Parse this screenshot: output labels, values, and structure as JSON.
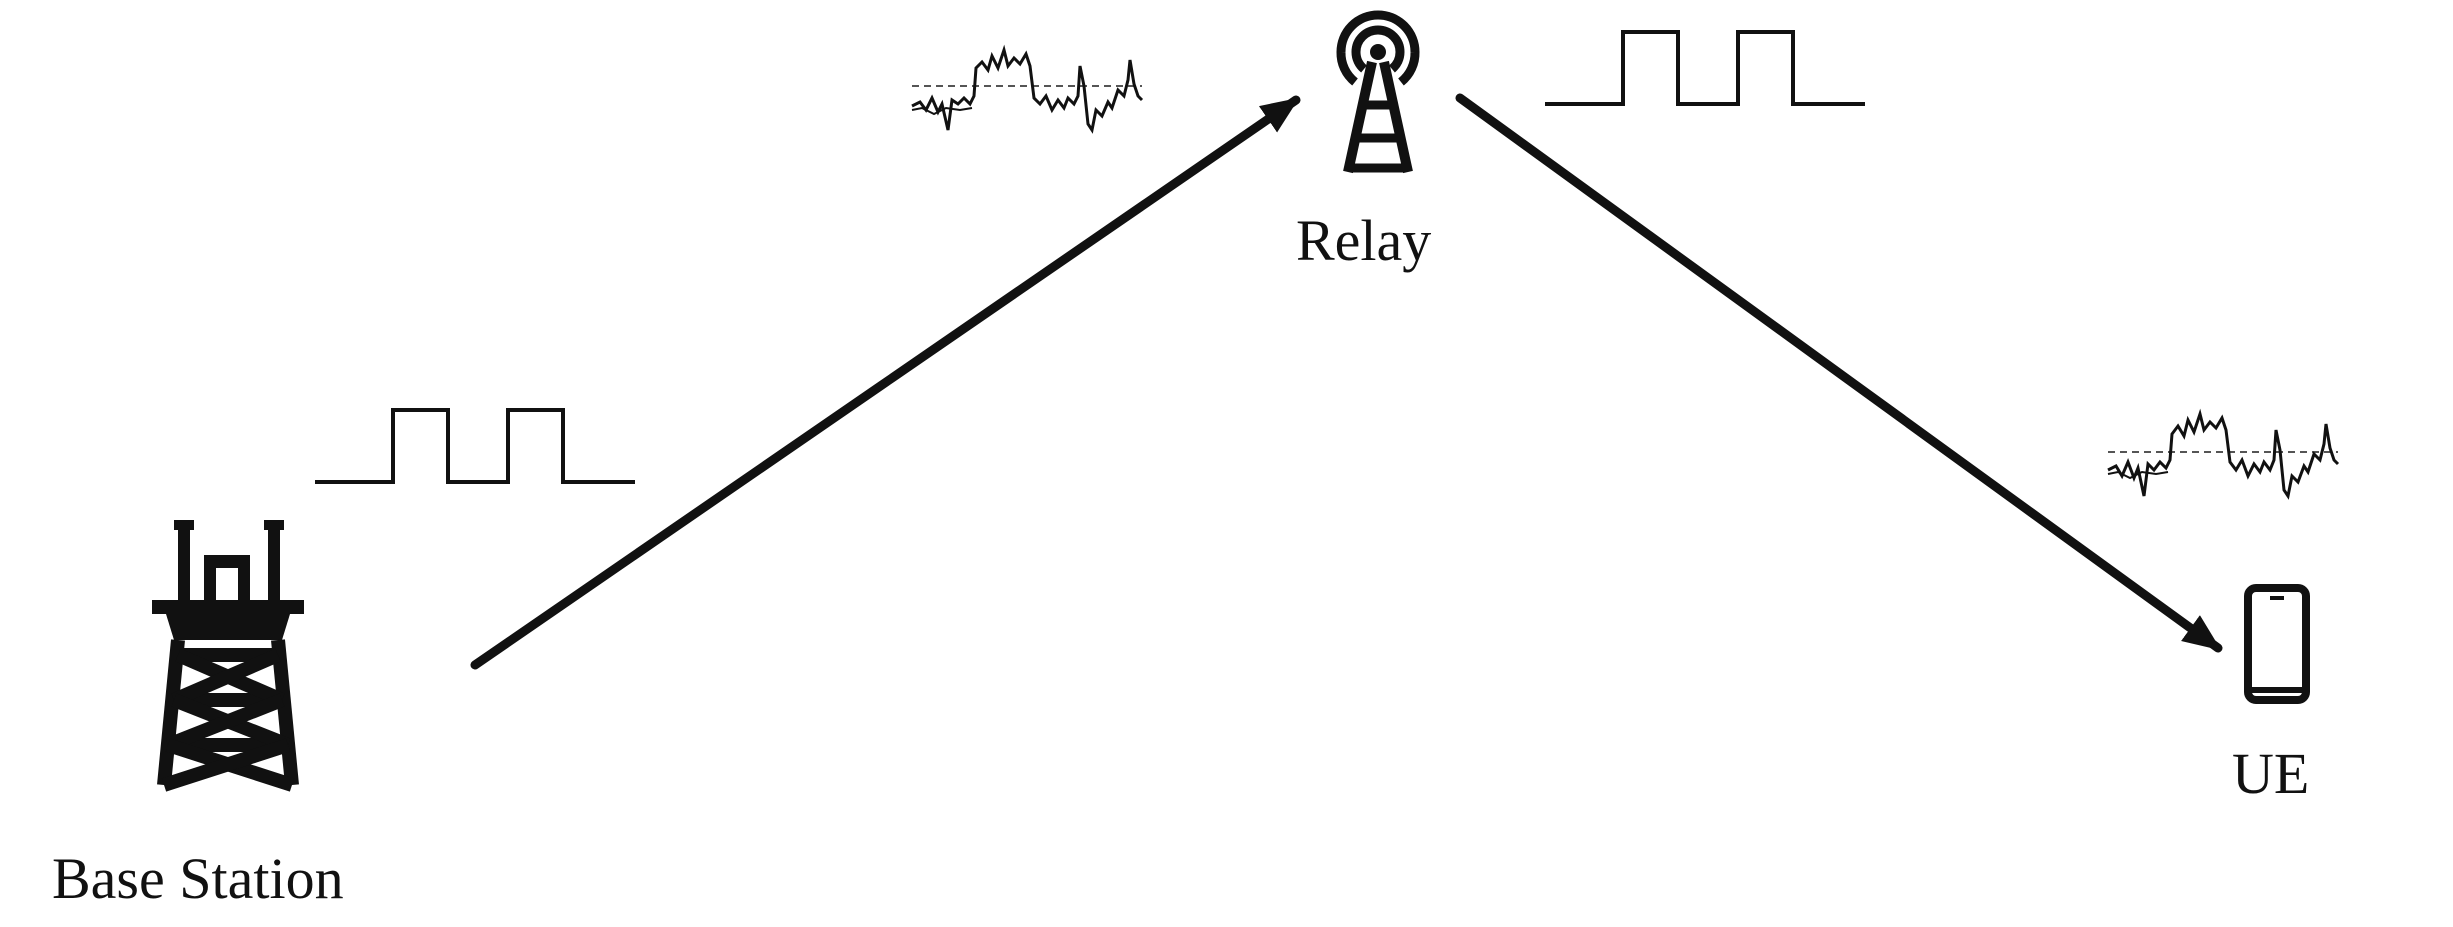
{
  "diagram": {
    "nodes": [
      {
        "id": "base-station",
        "label": "Base Station",
        "icon": "base-station-tower-icon"
      },
      {
        "id": "relay",
        "label": "Relay",
        "icon": "relay-antenna-icon"
      },
      {
        "id": "ue",
        "label": "UE",
        "icon": "mobile-phone-icon"
      }
    ],
    "links": [
      {
        "from": "base-station",
        "to": "relay",
        "style": "arrow"
      },
      {
        "from": "relay",
        "to": "ue",
        "style": "arrow"
      }
    ],
    "signals": [
      {
        "near": "base-station",
        "kind": "clean-square-pulse-icon"
      },
      {
        "near": "relay-incoming",
        "kind": "noisy-waveform-icon"
      },
      {
        "near": "relay-outgoing",
        "kind": "clean-square-pulse-icon"
      },
      {
        "near": "ue",
        "kind": "noisy-waveform-icon"
      }
    ],
    "colors": {
      "ink": "#111111",
      "background": "#ffffff"
    }
  }
}
